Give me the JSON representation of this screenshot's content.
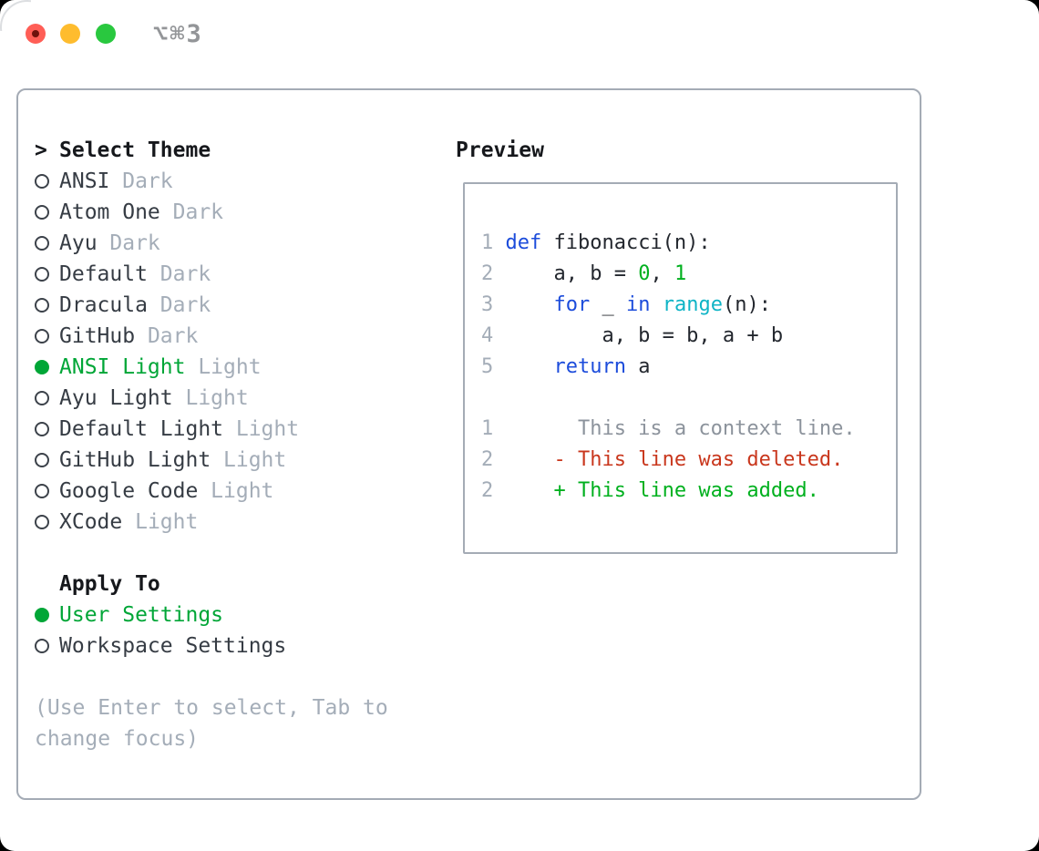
{
  "window": {
    "shortcut_label": "⌥⌘3",
    "traffic_lights": [
      "close",
      "minimize",
      "zoom"
    ]
  },
  "colors": {
    "accent_green": "#00a637",
    "keyword_blue": "#1c4cdb",
    "builtin_cyan": "#0fb4c6",
    "number_green": "#00b01e",
    "deleted_red": "#c9371d",
    "muted_gray": "#a4adb8",
    "border_gray": "#a4abb5",
    "traffic_red": "#ff5e56",
    "traffic_yellow": "#febc2e",
    "traffic_green": "#29c83f"
  },
  "left_panel": {
    "prompt": ">",
    "title": "Select Theme",
    "themes": [
      {
        "name": "ANSI",
        "variant": "Dark",
        "selected": false
      },
      {
        "name": "Atom One",
        "variant": "Dark",
        "selected": false
      },
      {
        "name": "Ayu",
        "variant": "Dark",
        "selected": false
      },
      {
        "name": "Default",
        "variant": "Dark",
        "selected": false
      },
      {
        "name": "Dracula",
        "variant": "Dark",
        "selected": false
      },
      {
        "name": "GitHub",
        "variant": "Dark",
        "selected": false
      },
      {
        "name": "ANSI Light",
        "variant": "Light",
        "selected": true
      },
      {
        "name": "Ayu Light",
        "variant": "Light",
        "selected": false
      },
      {
        "name": "Default Light",
        "variant": "Light",
        "selected": false
      },
      {
        "name": "GitHub Light",
        "variant": "Light",
        "selected": false
      },
      {
        "name": "Google Code",
        "variant": "Light",
        "selected": false
      },
      {
        "name": "XCode",
        "variant": "Light",
        "selected": false
      }
    ],
    "apply_to": {
      "title": "Apply To",
      "options": [
        {
          "label": "User Settings",
          "selected": true
        },
        {
          "label": "Workspace Settings",
          "selected": false
        }
      ]
    },
    "hint_lines": [
      "(Use Enter to select, Tab to",
      "change focus)"
    ]
  },
  "preview": {
    "title": "Preview",
    "lines": [
      {
        "num": "1",
        "segments": [
          [
            "def",
            "keyword"
          ],
          [
            " fibonacci(n):",
            "fg"
          ]
        ]
      },
      {
        "num": "2",
        "segments": [
          [
            "    a, b = ",
            "fg"
          ],
          [
            "0",
            "number"
          ],
          [
            ", ",
            "fg"
          ],
          [
            "1",
            "number"
          ]
        ]
      },
      {
        "num": "3",
        "segments": [
          [
            "    ",
            "fg"
          ],
          [
            "for",
            "keyword"
          ],
          [
            " _ ",
            "fg"
          ],
          [
            "in",
            "keyword"
          ],
          [
            " ",
            "fg"
          ],
          [
            "range",
            "builtin"
          ],
          [
            "(n):",
            "fg"
          ]
        ]
      },
      {
        "num": "4",
        "segments": [
          [
            "        a, b = b, a + b",
            "fg"
          ]
        ]
      },
      {
        "num": "5",
        "segments": [
          [
            "    ",
            "fg"
          ],
          [
            "return",
            "keyword"
          ],
          [
            " a",
            "fg"
          ]
        ]
      },
      {
        "num": "",
        "segments": []
      },
      {
        "num": "1",
        "segments": [
          [
            "      This is a context line.",
            "context"
          ]
        ]
      },
      {
        "num": "2",
        "segments": [
          [
            "    - This line was deleted.",
            "deleted"
          ]
        ]
      },
      {
        "num": "2",
        "segments": [
          [
            "    + This line was added.",
            "added"
          ]
        ]
      }
    ]
  }
}
